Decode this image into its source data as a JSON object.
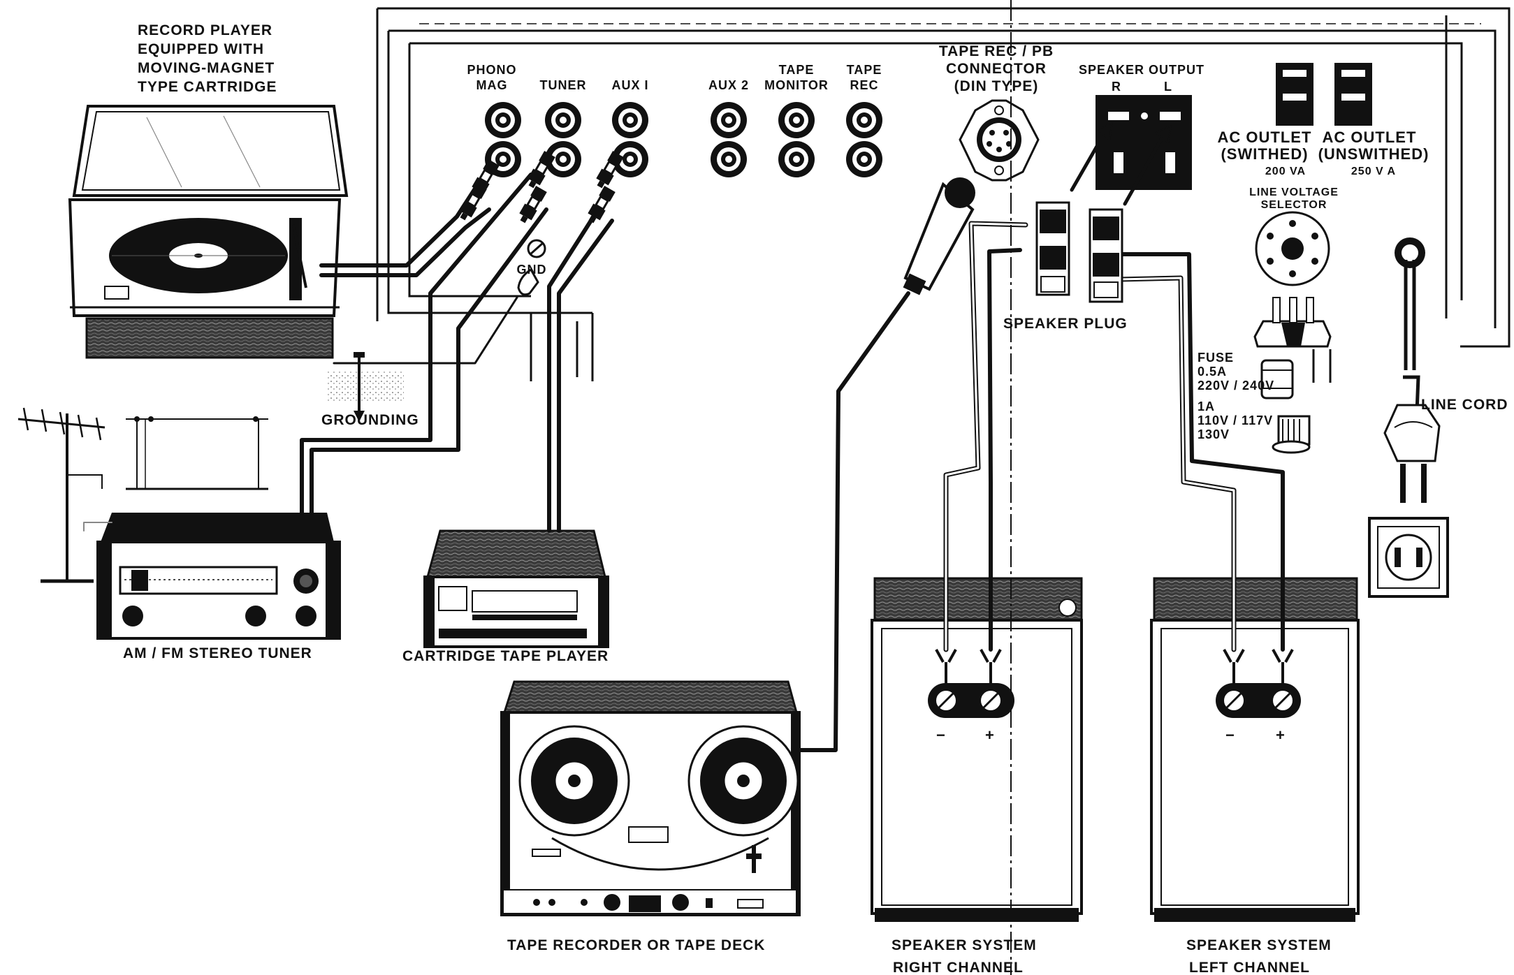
{
  "devices": {
    "record_player": [
      "RECORD PLAYER",
      "EQUIPPED  WITH",
      "MOVING-MAGNET",
      "TYPE CARTRIDGE"
    ],
    "grounding": "GROUNDING",
    "tuner": "AM / FM  STEREO  TUNER",
    "cartridge_player": "CARTRIDGE  TAPE  PLAYER",
    "tape_recorder": "TAPE  RECORDER  OR  TAPE  DECK",
    "speaker_right": [
      "SPEAKER SYSTEM",
      "RIGHT CHANNEL"
    ],
    "speaker_left": [
      "SPEAKER  SYSTEM",
      "LEFT CHANNEL"
    ],
    "line_cord": "LINE  CORD",
    "speaker_plug": "SPEAKER  PLUG"
  },
  "panel": {
    "phono": [
      "PHONO",
      "MAG"
    ],
    "tuner": "TUNER",
    "aux1": "AUX  I",
    "aux2": "AUX  2",
    "tape_monitor": [
      "TAPE",
      "MONITOR"
    ],
    "tape_rec": [
      "TAPE",
      "REC"
    ],
    "din": [
      "TAPE REC / PB",
      "CONNECTOR",
      "(DIN TYPE)"
    ],
    "speaker_output": "SPEAKER  OUTPUT",
    "r": "R",
    "l": "L",
    "gnd": "GND",
    "ac_switched": [
      "AC  OUTLET",
      "(SWITHED)",
      "200  VA"
    ],
    "ac_unswitched": [
      "AC  OUTLET",
      "(UNSWITHED)",
      "250  V A"
    ],
    "line_voltage": [
      "LINE VOLTAGE",
      "SELECTOR"
    ],
    "fuse": [
      "FUSE",
      "0.5A",
      "220V / 240V",
      "1A",
      "110V / 117V",
      "130V"
    ]
  },
  "terminals": {
    "minus": "−",
    "plus": "+"
  }
}
